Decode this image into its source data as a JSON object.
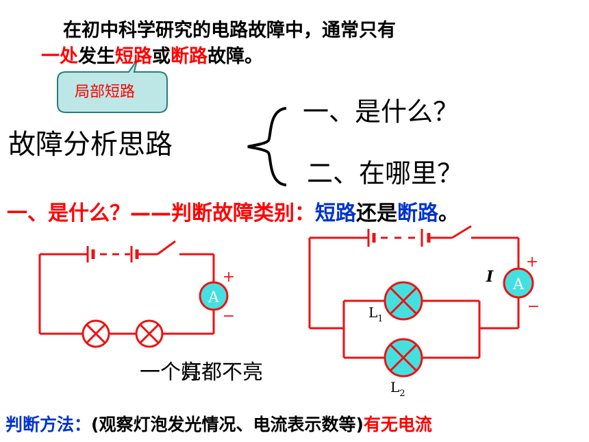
{
  "intro": {
    "line1": "在初中科学研究的电路故障中，通常只有",
    "line2": [
      {
        "text": "一处",
        "color": "#ff0000"
      },
      {
        "text": "发生",
        "color": "#000000"
      },
      {
        "text": "短路",
        "color": "#ff0000"
      },
      {
        "text": "或",
        "color": "#000000"
      },
      {
        "text": "断路",
        "color": "#ff0000"
      },
      {
        "text": "故障。",
        "color": "#000000"
      }
    ]
  },
  "callout": {
    "text": "局部短路"
  },
  "method": {
    "title": "故障分析思路",
    "points": [
      "一、是什么？",
      "二、在哪里？"
    ]
  },
  "step1": [
    {
      "text": "一、是什么？——判断故障类别：",
      "color": "#ff0000"
    },
    {
      "text": "短路",
      "color": "#0033cc"
    },
    {
      "text": "还是",
      "color": "#000000"
    },
    {
      "text": "断路",
      "color": "#0033cc"
    },
    {
      "text": "。",
      "color": "#000000"
    }
  ],
  "circuit1": {
    "ammeter": "A",
    "plus": "+",
    "minus": "−"
  },
  "circuit2": {
    "ammeter": "A",
    "plus": "+",
    "minus": "−",
    "current": "I",
    "lamp1": {
      "letter": "L",
      "sub": "1"
    },
    "lamp2": {
      "letter": "L",
      "sub": "2"
    }
  },
  "caption": {
    "text_a": "一个亮",
    "text_b": "灯都不亮",
    "overlay_prefix": "一个"
  },
  "judge": [
    {
      "text": "判断方法：",
      "color": "#0033cc"
    },
    {
      "text": "(观察灯泡发光情况、电流表示数等)",
      "color": "#000000"
    },
    {
      "text": "有无电流",
      "color": "#ff0000"
    }
  ],
  "colors": {
    "wire": "#ee1111",
    "device_fill": "#44e0e0",
    "callout_fill": "#bde6e6",
    "callout_stroke": "#2b7a7a",
    "brace": "#000000"
  }
}
